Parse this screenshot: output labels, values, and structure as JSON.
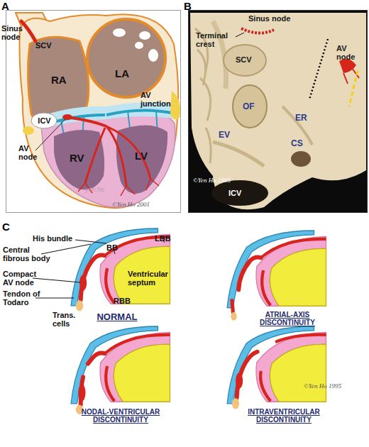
{
  "diagram": {
    "nodes": [
      {
        "text": [
          "A"
        ]
      },
      {
        "text": [
          "B"
        ]
      }
    ],
    "labels": [
      "Sinus node",
      "SCV",
      "RA",
      "LA",
      "AV junction",
      "ICV",
      "AV node",
      "RV",
      "LV",
      "yen.ho",
      "©Yen Ho 2001",
      "Sinus node",
      "Terminal crest",
      "SCV",
      "AV node",
      "OF",
      "ER",
      "EV",
      "CS",
      "©Yen Ho 1995",
      "ICV",
      "C",
      "His bundle",
      "BB",
      "LBB",
      "Central fibrous body",
      "Compact AV node",
      "Ventricular septum",
      "Tendon of Todaro",
      "RBB",
      "Trans. cells",
      "NORMAL",
      "ATRIAL-AXIS DISCONTINUITY",
      "©Yen Ho 1995",
      "NODAL-VENTRICULAR DISCONTINUITY",
      "INTRAVENTRICULAR DISCONTINUITY"
    ]
  }
}
